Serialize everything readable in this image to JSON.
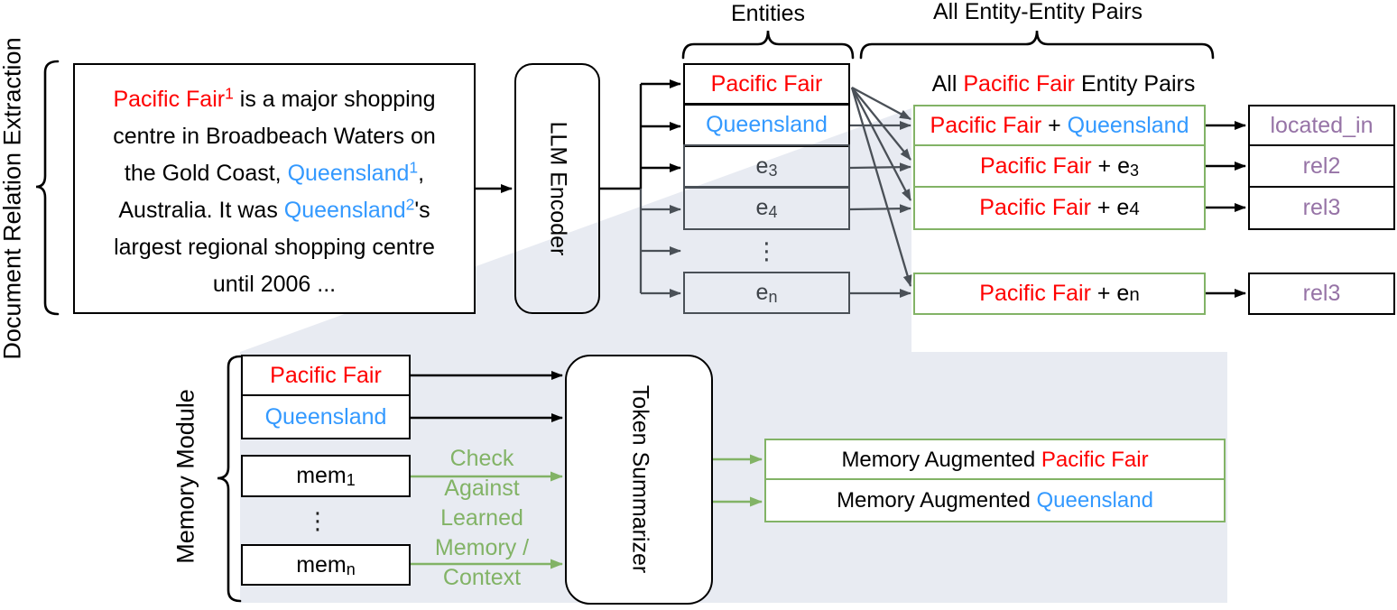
{
  "colors": {
    "entity_red": "#ff0000",
    "entity_blue": "#3399ff",
    "green_accent": "#82b366",
    "relation_purple": "#9673a6",
    "panel_gray": "#e8ebf2",
    "muted_stroke": "#4a5057"
  },
  "left_title": "Document Relation Extraction",
  "document": {
    "l1_red": "Pacific Fair",
    "l1_sup": "1",
    "l1_rest": " is a major shopping",
    "l2": "centre in Broadbeach Waters on",
    "l3_pre": "the Gold Coast, ",
    "l3_blue": "Queensland",
    "l3_sup": "1",
    "l3_post": ",",
    "l4_pre": "Australia. It was ",
    "l4_blue": "Queensland",
    "l4_sup": "2",
    "l4_post": "'s",
    "l5": "largest regional shopping centre",
    "l6": "until 2006 ..."
  },
  "encoder_label": "LLM Encoder",
  "entities": {
    "label": "Entities",
    "row1": "Pacific Fair",
    "row2": "Queensland",
    "row3_base": "e",
    "row3_sub": "3",
    "row4_base": "e",
    "row4_sub": "4",
    "dots": "⋮",
    "rown_base": "e",
    "rown_sub": "n"
  },
  "pairs": {
    "brace_label": "All Entity-Entity Pairs",
    "heading_pre": "All ",
    "heading_entity": "Pacific Fair",
    "heading_post": " Entity Pairs",
    "p1_red": "Pacific Fair",
    "p1_plus": " + ",
    "p1_blue": "Queensland",
    "p2_red": "Pacific Fair",
    "p2_mid": " + e",
    "p2_sub": "3",
    "p3_red": "Pacific Fair",
    "p3_mid": " + e",
    "p3_small": "4",
    "p4_red": "Pacific Fair",
    "p4_mid": " + e",
    "p4_small": "n"
  },
  "relations": {
    "r1": "located_in",
    "r2": "rel2",
    "r3": "rel3",
    "r4": "rel3"
  },
  "memory": {
    "label": "Memory Module",
    "row1": "Pacific Fair",
    "row2": "Queensland",
    "mem1_base": "mem",
    "mem1_sub": "1",
    "dots": "⋮",
    "memn_base": "mem",
    "memn_sub": "n",
    "notes": [
      "Check",
      "Against",
      "Learned",
      "Memory /",
      "Context"
    ]
  },
  "summarizer_label": "Token Summarizer",
  "augmented": {
    "a1_pre": "Memory Augmented ",
    "a1_entity": "Pacific Fair",
    "a2_pre": "Memory Augmented ",
    "a2_entity": "Queensland"
  }
}
